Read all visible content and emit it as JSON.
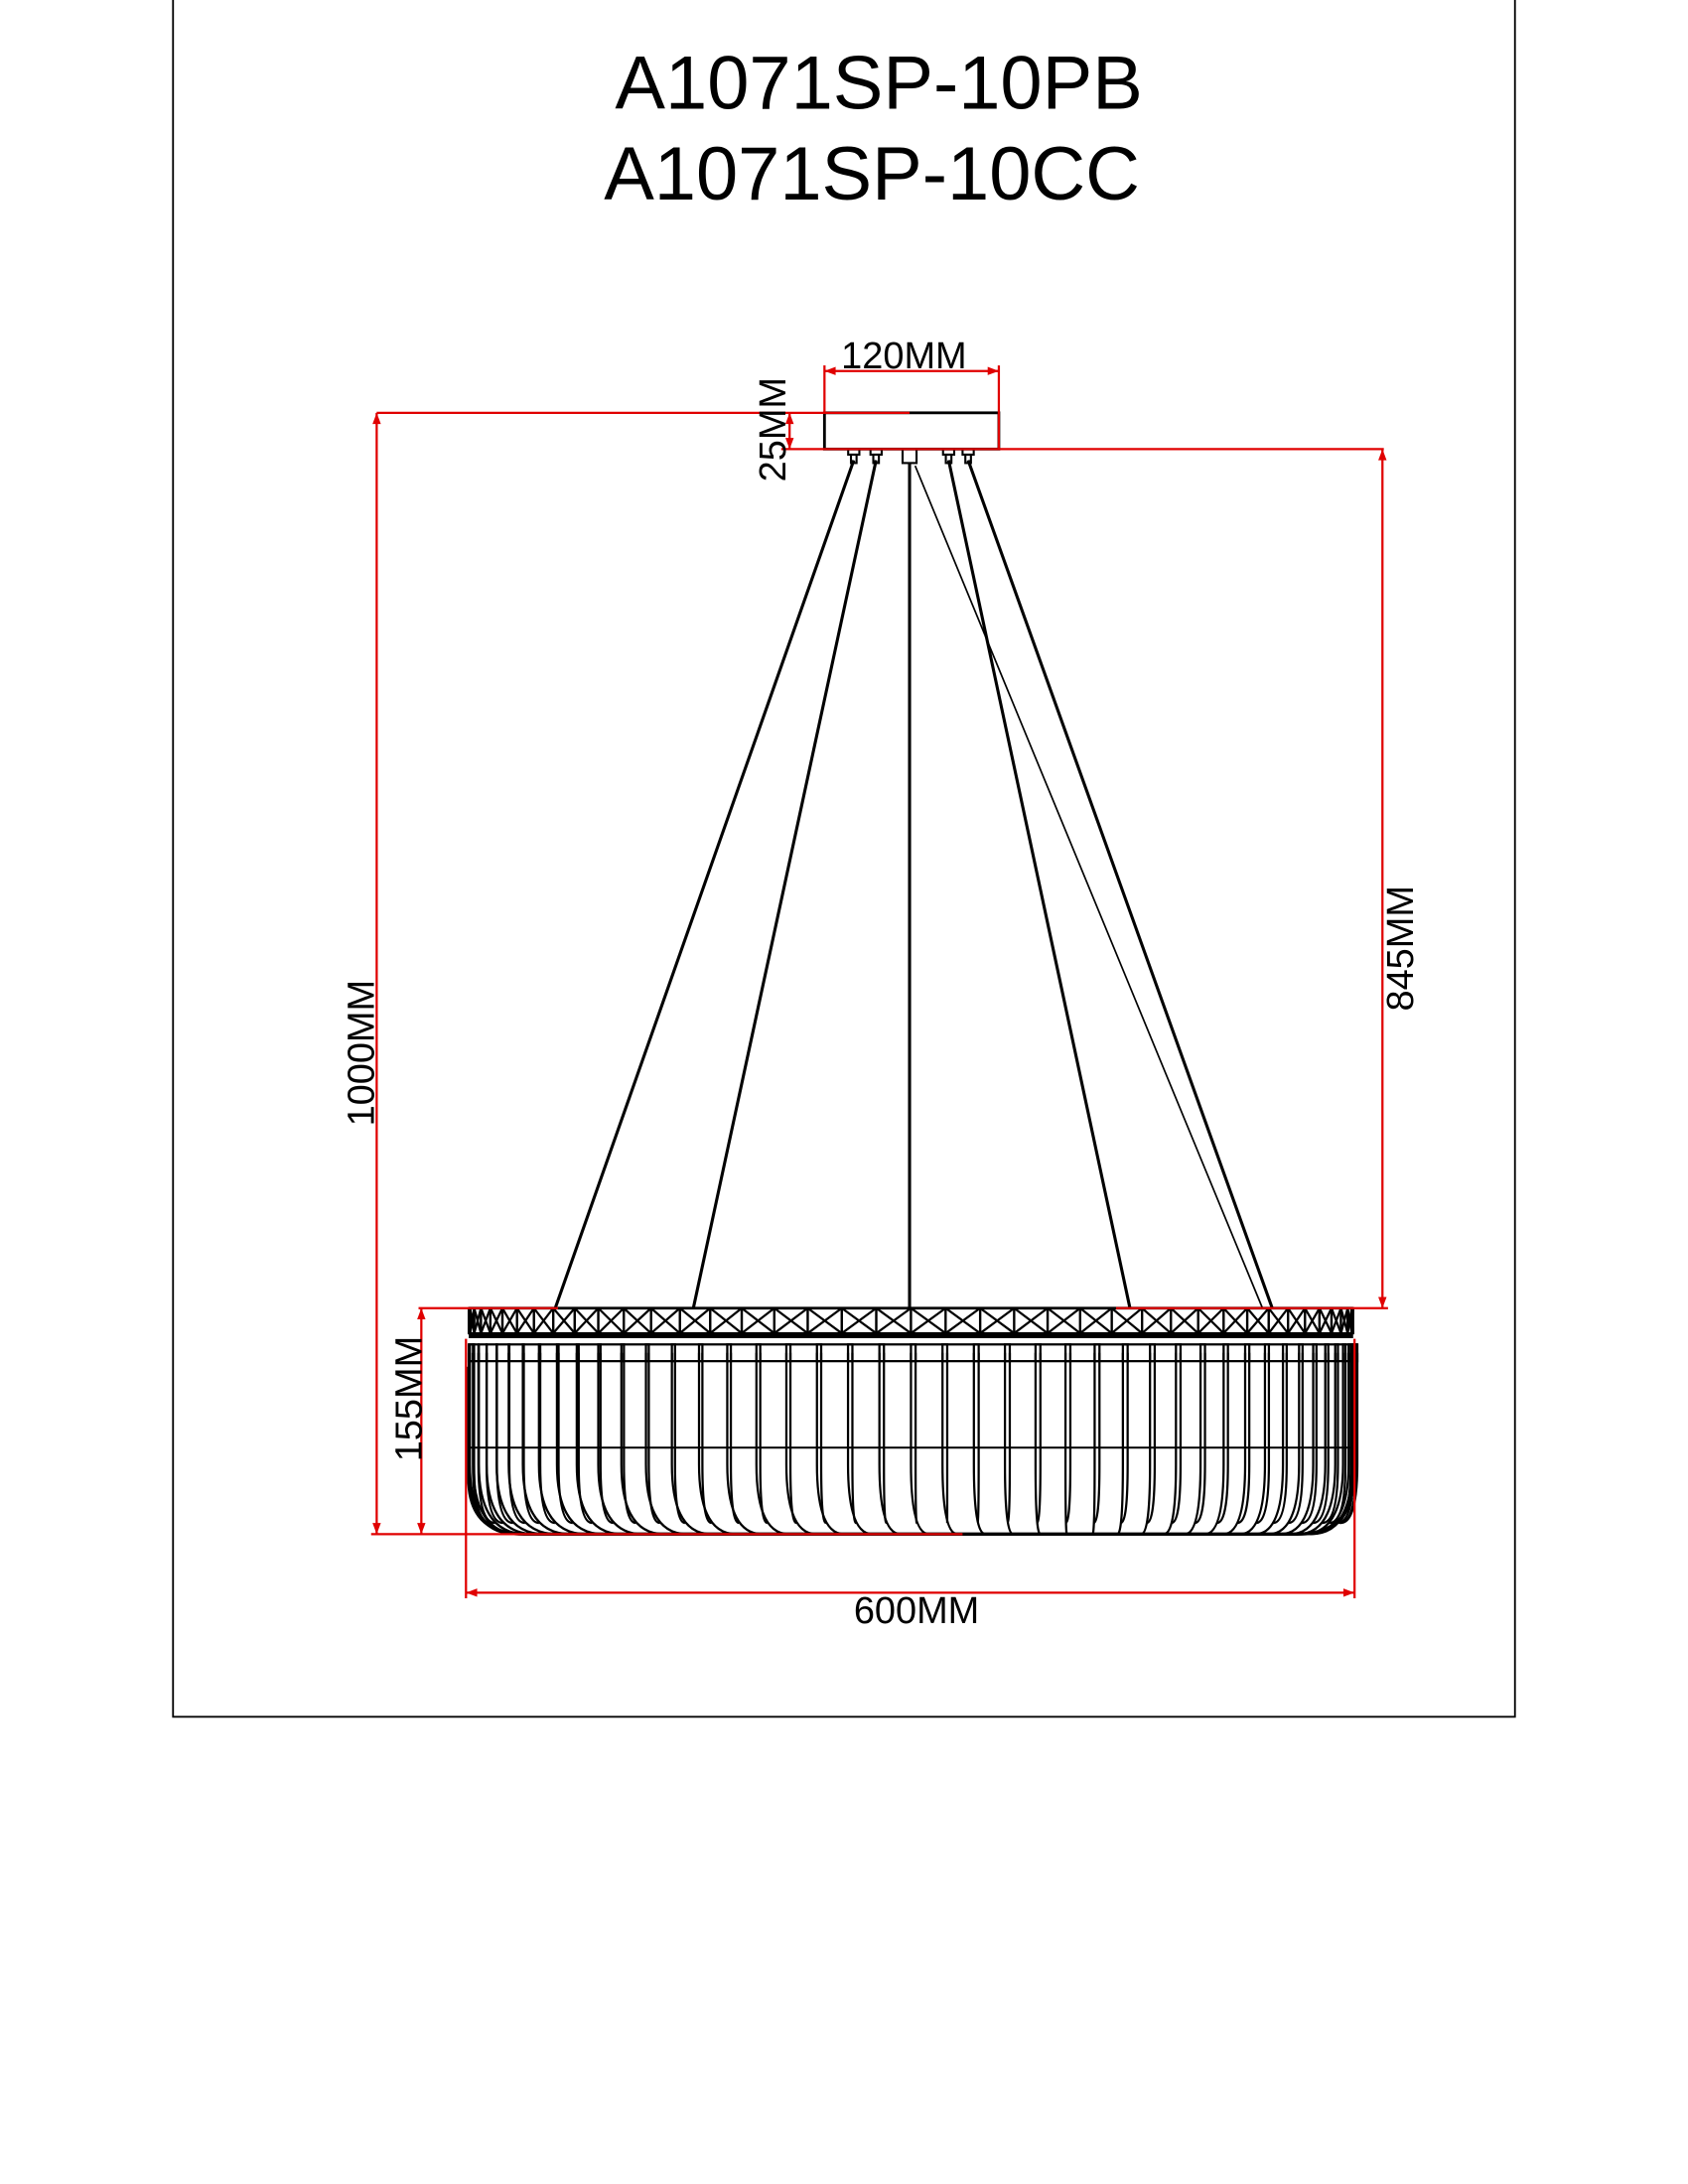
{
  "title": {
    "line1": "A1071SP-10PB",
    "line2": "A1071SP-10CC"
  },
  "dimensions": {
    "canopy_width": "120MM",
    "canopy_height": "25MM",
    "total_height": "1000MM",
    "cable_length": "845MM",
    "shade_height": "155MM",
    "shade_diameter": "600MM"
  },
  "colors": {
    "dimension_line": "#e00000",
    "drawing": "#000000"
  }
}
